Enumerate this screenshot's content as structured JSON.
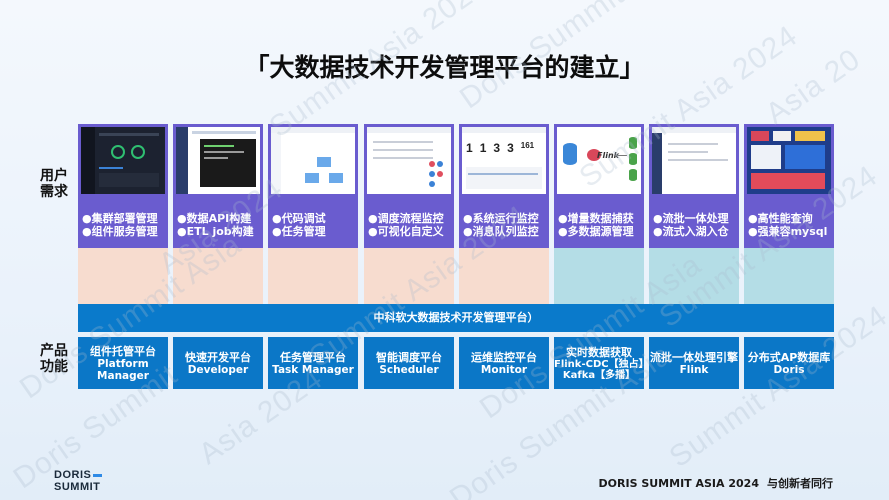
{
  "title": "「大数据技术开发管理平台的建立」",
  "row_labels": {
    "needs": [
      "用户",
      "需求"
    ],
    "product": [
      "产品",
      "功能"
    ]
  },
  "columns": [
    {
      "features": [
        "●集群部署管理",
        "●组件服务管理"
      ],
      "product_cn": "组件托管平台",
      "product_en": [
        "Platform Manager"
      ]
    },
    {
      "features": [
        "●数据API构建",
        "●ETL job构建"
      ],
      "product_cn": "快速开发平台",
      "product_en": [
        "Developer"
      ]
    },
    {
      "features": [
        "●代码调试",
        "●任务管理"
      ],
      "product_cn": "任务管理平台",
      "product_en": [
        "Task Manager"
      ]
    },
    {
      "features": [
        "●调度流程监控",
        "●可视化自定义"
      ],
      "product_cn": "智能调度平台",
      "product_en": [
        "Scheduler"
      ]
    },
    {
      "features": [
        "●系统运行监控",
        "●消息队列监控"
      ],
      "product_cn": "运维监控平台",
      "product_en": [
        "Monitor"
      ]
    },
    {
      "features": [
        "●增量数据捕获",
        "●多数据源管理"
      ],
      "product_cn": "实时数据获取",
      "product_en": [
        "Flink-CDC【独占】",
        "Kafka【多播】"
      ]
    },
    {
      "features": [
        "●流批一体处理",
        "●流式入湖入仓"
      ],
      "product_cn": "流批一体处理引擎",
      "product_en": [
        "Flink"
      ]
    },
    {
      "features": [
        "●高性能查询",
        "●强兼容mysql"
      ],
      "product_cn": "分布式AP数据库",
      "product_en": [
        "Doris"
      ]
    }
  ],
  "screenshot_texts": {
    "monitor_digits": [
      "1",
      "1",
      "3",
      "3",
      "161"
    ],
    "flink_label": "Flink"
  },
  "platform_bar": "中科软大数据技术开发管理平台）",
  "footer": {
    "logo_line1": "DORIS",
    "logo_line2": "SUMMIT",
    "event": "DORIS SUMMIT ASIA 2024",
    "slogan": "与创新者同行"
  },
  "colors": {
    "purple": "#6a5ccf",
    "blue": "#0b77c7",
    "pink": "#f7dccf",
    "teal": "#b4dde6",
    "bar": "#0a7acb"
  }
}
